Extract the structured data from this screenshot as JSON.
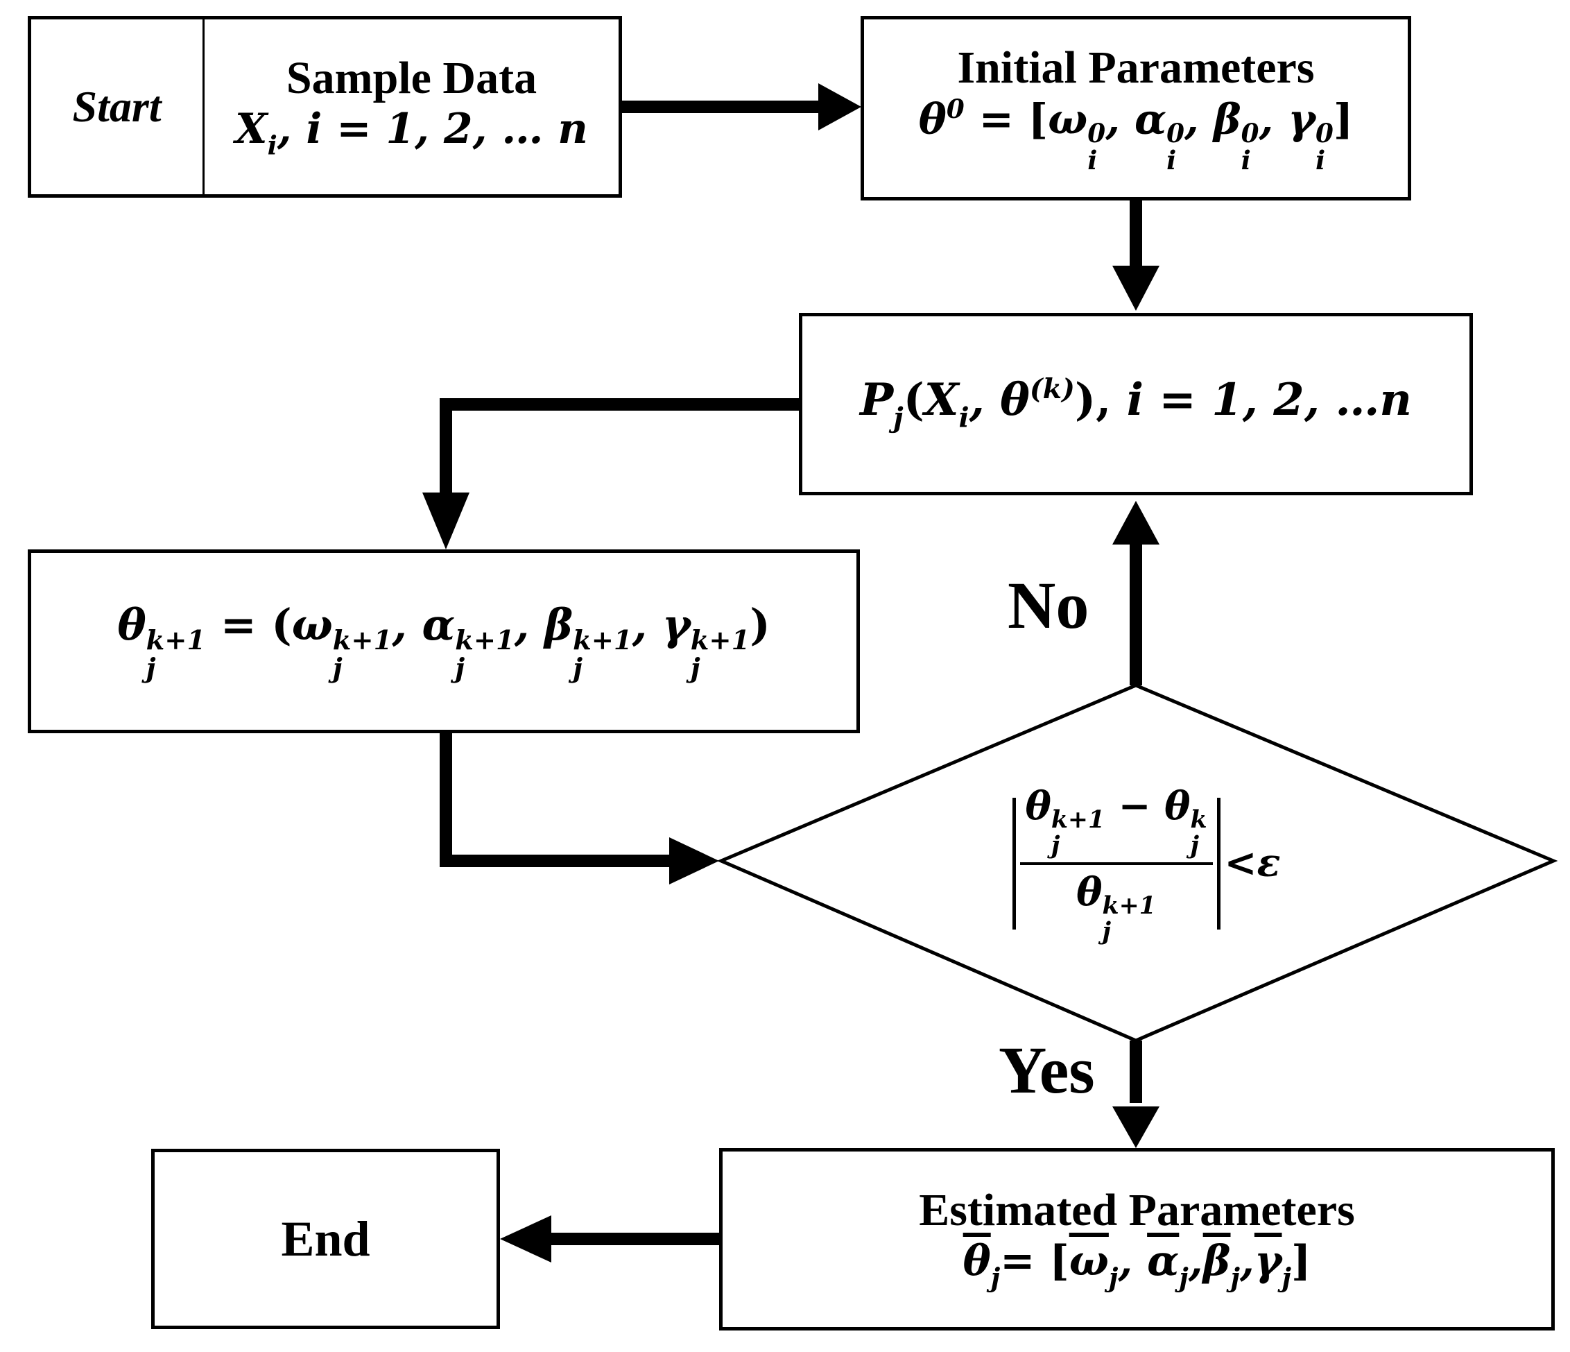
{
  "start": {
    "label": "Start"
  },
  "sample_data": {
    "title": "Sample Data",
    "var": "X",
    "sub": "i",
    "rest": ", i = 1, 2, … n"
  },
  "initial_parameters": {
    "title": "Initial Parameters",
    "theta": "θ",
    "theta_sup": "0",
    "eq": " = [",
    "params": [
      "ω",
      "α",
      "β",
      "γ"
    ],
    "param_sup": "0",
    "param_sub": "i",
    "close": "]"
  },
  "probability": {
    "p": "P",
    "p_sub": "j",
    "open": "(",
    "x": "X",
    "x_sub": "i",
    "theta": "θ",
    "theta_sup": "(k)",
    "close": "), ",
    "rest": "i = 1, 2, …n"
  },
  "update": {
    "theta": "θ",
    "sup": "k+1",
    "sub": "j",
    "eq": " = (",
    "params": [
      "ω",
      "α",
      "β",
      "γ"
    ],
    "close": ")"
  },
  "condition": {
    "theta": "θ",
    "sup_next": "k+1",
    "sup_cur": "k",
    "sub": "j",
    "minus": " − ",
    "lt": " < ",
    "eps": "ε"
  },
  "labels": {
    "no": "No",
    "yes": "Yes"
  },
  "estimated_parameters": {
    "title": "Estimated Parameters",
    "theta": "θ",
    "sub": "j",
    "eq": "= [",
    "params": [
      "ω",
      "α",
      "β",
      "γ"
    ],
    "close": "]"
  },
  "end": {
    "label": "End"
  }
}
